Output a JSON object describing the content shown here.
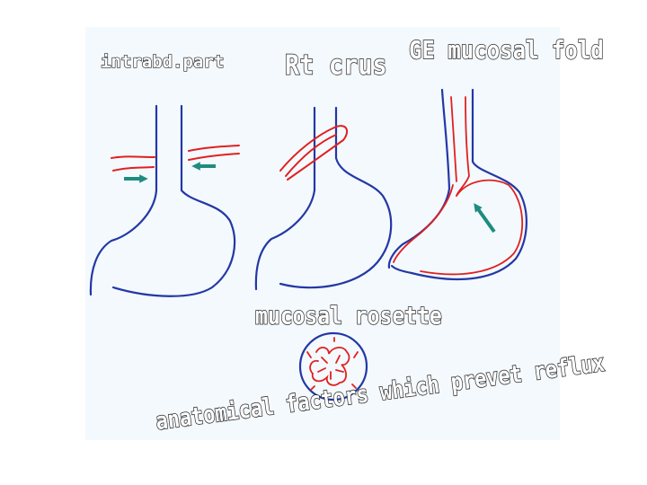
{
  "labels": {
    "intrabdominal": "intrabd.part",
    "right_crus": "Rt crus",
    "ge_fold": "GE mucosal fold",
    "rosette": "mucosal rosette"
  },
  "caption": "anatomical factors which prevet reflux",
  "icons": {
    "stomach": "stomach-outline-icon",
    "arrow": "teal-arrow-icon",
    "rosette": "mucosal-rosette-icon"
  },
  "colors": {
    "background": "#f4f9fd",
    "outline": "#2338a6",
    "red": "#e02020",
    "arrow": "#1e8c80"
  }
}
